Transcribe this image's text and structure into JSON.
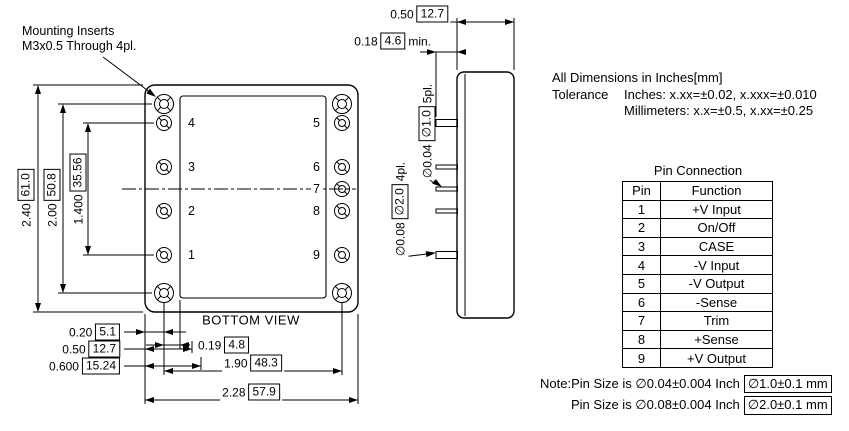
{
  "bottom_view": {
    "title": "BOTTOM VIEW",
    "mounting_note_line1": "Mounting Inserts",
    "mounting_note_line2": "M3x0.5 Through 4pl.",
    "pins": {
      "left": [
        "4",
        "3",
        "2",
        "1"
      ],
      "right": [
        "5",
        "6",
        "7",
        "8",
        "9"
      ]
    },
    "dims": {
      "overall_height": {
        "in": "2.40",
        "mm": "61.0"
      },
      "insert_spacing": {
        "in": "2.00",
        "mm": "50.8"
      },
      "pin_row_span": {
        "in": "1.400",
        "mm": "35.56"
      },
      "edge_to_pin": {
        "in": "0.20",
        "mm": "5.1"
      },
      "edge_offset_b": {
        "in": "0.50",
        "mm": "12.7"
      },
      "edge_offset_c": {
        "in": "0.600",
        "mm": "15.24"
      },
      "pin_to_case": {
        "in": "0.19",
        "mm": "4.8"
      },
      "pin_col_span": {
        "in": "1.90",
        "mm": "48.3"
      },
      "overall_width": {
        "in": "2.28",
        "mm": "57.9"
      }
    }
  },
  "side_view": {
    "dims": {
      "body_depth": {
        "in": "0.50",
        "mm": "12.7"
      },
      "pin_length": {
        "in": "0.18",
        "mm": "4.6",
        "suffix": "min."
      },
      "pin_dia_small": {
        "in": "∅0.04",
        "mm": "∅1.0",
        "count": "5pl."
      },
      "pin_dia_large": {
        "in": "∅0.08",
        "mm": "∅2.0",
        "count": "4pl."
      }
    }
  },
  "tolerance_block": {
    "line1": "All Dimensions in Inches[mm]",
    "label": "Tolerance",
    "inches": "Inches: x.xx=±0.02, x.xxx=±0.010",
    "millimeters": "Millimeters: x.x=±0.5, x.xx=±0.25"
  },
  "pin_table": {
    "title": "Pin Connection",
    "headers": [
      "Pin",
      "Function"
    ],
    "rows": [
      [
        "1",
        "+V Input"
      ],
      [
        "2",
        "On/Off"
      ],
      [
        "3",
        "CASE"
      ],
      [
        "4",
        "-V Input"
      ],
      [
        "5",
        "-V Output"
      ],
      [
        "6",
        "-Sense"
      ],
      [
        "7",
        "Trim"
      ],
      [
        "8",
        "+Sense"
      ],
      [
        "9",
        "+V Output"
      ]
    ]
  },
  "notes": {
    "line1_text": "Note:Pin Size is ∅0.04±0.004 Inch",
    "line1_mm": "∅1.0±0.1 mm",
    "line2_text": "Pin Size is ∅0.08±0.004 Inch",
    "line2_mm": "∅2.0±0.1 mm"
  }
}
